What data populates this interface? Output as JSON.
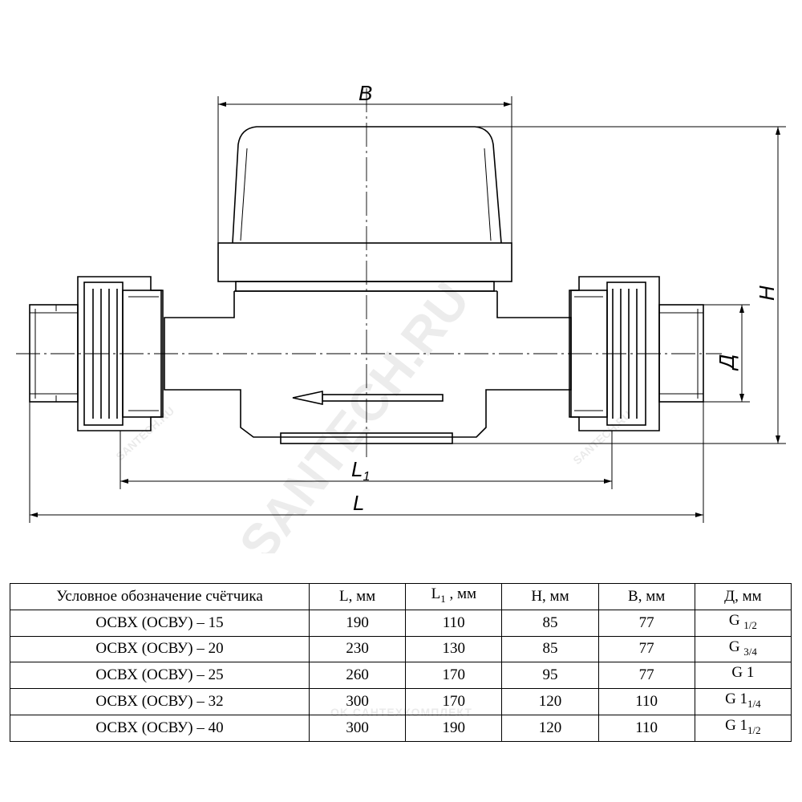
{
  "drawing": {
    "dimension_labels": {
      "B": "B",
      "H": "H",
      "D": "Д",
      "L": "L",
      "L1": "L",
      "L1_sub": "1"
    },
    "watermark": "SANTECH.RU",
    "watermark_small_left": "SANTECH.RU",
    "watermark_small_right": "SANTECH.RU"
  },
  "spec_table": {
    "headers": [
      {
        "text": "Условное обозначение счётчика",
        "sub": "",
        "suffix": ""
      },
      {
        "text": "L, мм",
        "sub": "",
        "suffix": ""
      },
      {
        "text": "L",
        "sub": "1",
        "suffix": " , мм"
      },
      {
        "text": "H, мм",
        "sub": "",
        "suffix": ""
      },
      {
        "text": "B, мм",
        "sub": "",
        "suffix": ""
      },
      {
        "text": "Д, мм",
        "sub": "",
        "suffix": ""
      }
    ],
    "rows": [
      {
        "name": "ОСВХ (ОСВУ) – 15",
        "L": "190",
        "L1": "110",
        "H": "85",
        "B": "77",
        "D": "G",
        "D_sub": "1/2"
      },
      {
        "name": "ОСВХ (ОСВУ) – 20",
        "L": "230",
        "L1": "130",
        "H": "85",
        "B": "77",
        "D": "G",
        "D_sub": "3/4"
      },
      {
        "name": "ОСВХ (ОСВУ) – 25",
        "L": "260",
        "L1": "170",
        "H": "95",
        "B": "77",
        "D": "G 1",
        "D_sub": ""
      },
      {
        "name": "ОСВХ (ОСВУ) – 32",
        "L": "300",
        "L1": "170",
        "H": "120",
        "B": "110",
        "D": "G 1",
        "D_sub": "1/4"
      },
      {
        "name": "ОСВХ (ОСВУ) – 40",
        "L": "300",
        "L1": "190",
        "H": "120",
        "B": "110",
        "D": "G 1",
        "D_sub": "1/2"
      }
    ],
    "watermark": "OK САНТЕХКОМПЛЕКТ"
  }
}
